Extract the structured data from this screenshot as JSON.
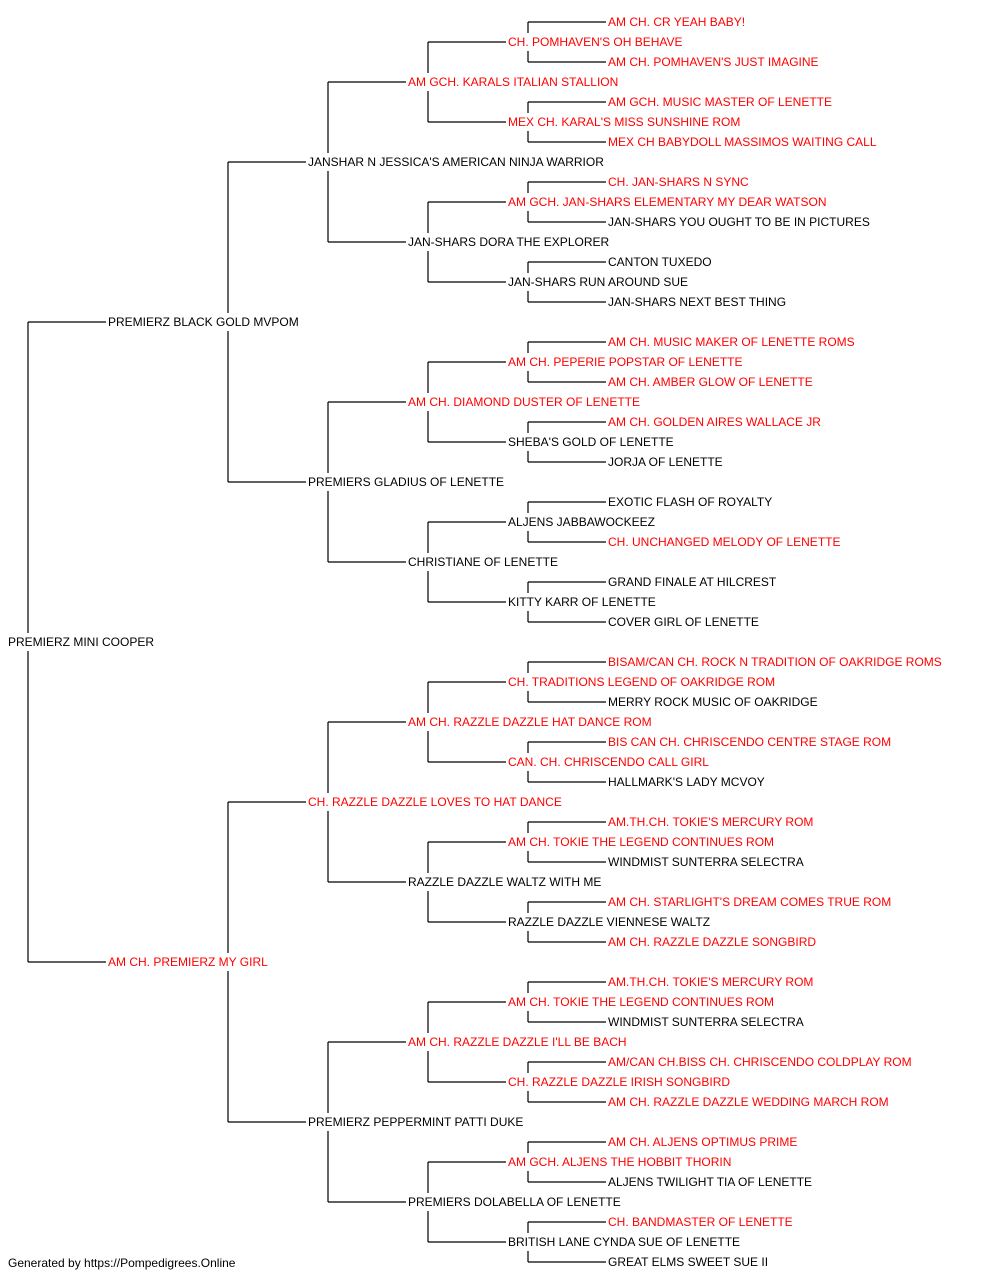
{
  "colors": {
    "champion": "#ff0000",
    "normal": "#000000",
    "line": "#000000"
  },
  "pedigree": {
    "name": "PREMIERZ MINI COOPER",
    "ch": false,
    "sire": {
      "name": "PREMIERZ BLACK GOLD MVPOM",
      "ch": false,
      "sire": {
        "name": "JANSHAR N JESSICA'S AMERICAN NINJA WARRIOR",
        "ch": false,
        "sire": {
          "name": "AM GCH. KARALS ITALIAN STALLION",
          "ch": true,
          "sire": {
            "name": "CH. POMHAVEN'S OH BEHAVE",
            "ch": true,
            "sire": {
              "name": "AM CH. CR YEAH BABY!",
              "ch": true
            },
            "dam": {
              "name": "AM CH. POMHAVEN'S JUST IMAGINE",
              "ch": true
            }
          },
          "dam": {
            "name": "MEX CH. KARAL'S MISS SUNSHINE ROM",
            "ch": true,
            "sire": {
              "name": "AM GCH. MUSIC MASTER OF LENETTE",
              "ch": true
            },
            "dam": {
              "name": "MEX CH BABYDOLL MASSIMOS WAITING CALL",
              "ch": true
            }
          }
        },
        "dam": {
          "name": "JAN-SHARS DORA THE EXPLORER",
          "ch": false,
          "sire": {
            "name": "AM GCH. JAN-SHARS ELEMENTARY MY DEAR WATSON",
            "ch": true,
            "sire": {
              "name": "CH. JAN-SHARS N SYNC",
              "ch": true
            },
            "dam": {
              "name": "JAN-SHARS YOU OUGHT TO BE IN PICTURES",
              "ch": false
            }
          },
          "dam": {
            "name": "JAN-SHARS RUN AROUND SUE",
            "ch": false,
            "sire": {
              "name": "CANTON TUXEDO",
              "ch": false
            },
            "dam": {
              "name": "JAN-SHARS NEXT BEST THING",
              "ch": false
            }
          }
        }
      },
      "dam": {
        "name": "PREMIERS GLADIUS OF LENETTE",
        "ch": false,
        "sire": {
          "name": "AM CH. DIAMOND DUSTER OF LENETTE",
          "ch": true,
          "sire": {
            "name": "AM CH. PEPERIE POPSTAR OF LENETTE",
            "ch": true,
            "sire": {
              "name": "AM CH. MUSIC MAKER OF LENETTE ROMS",
              "ch": true
            },
            "dam": {
              "name": "AM CH. AMBER GLOW OF LENETTE",
              "ch": true
            }
          },
          "dam": {
            "name": "SHEBA'S GOLD OF LENETTE",
            "ch": false,
            "sire": {
              "name": "AM CH. GOLDEN AIRES WALLACE JR",
              "ch": true
            },
            "dam": {
              "name": "JORJA OF LENETTE",
              "ch": false
            }
          }
        },
        "dam": {
          "name": "CHRISTIANE OF LENETTE",
          "ch": false,
          "sire": {
            "name": "ALJENS JABBAWOCKEEZ",
            "ch": false,
            "sire": {
              "name": "EXOTIC FLASH OF ROYALTY",
              "ch": false
            },
            "dam": {
              "name": "CH. UNCHANGED MELODY OF LENETTE",
              "ch": true
            }
          },
          "dam": {
            "name": "KITTY KARR OF LENETTE",
            "ch": false,
            "sire": {
              "name": "GRAND FINALE AT HILCREST",
              "ch": false
            },
            "dam": {
              "name": "COVER GIRL OF LENETTE",
              "ch": false
            }
          }
        }
      }
    },
    "dam": {
      "name": "AM CH. PREMIERZ MY GIRL",
      "ch": true,
      "sire": {
        "name": "CH. RAZZLE DAZZLE LOVES TO HAT DANCE",
        "ch": true,
        "sire": {
          "name": "AM CH. RAZZLE DAZZLE HAT DANCE ROM",
          "ch": true,
          "sire": {
            "name": "CH. TRADITIONS LEGEND OF OAKRIDGE ROM",
            "ch": true,
            "sire": {
              "name": "BISAM/CAN CH. ROCK N TRADITION OF OAKRIDGE ROMS",
              "ch": true
            },
            "dam": {
              "name": "MERRY ROCK MUSIC OF OAKRIDGE",
              "ch": false
            }
          },
          "dam": {
            "name": "CAN. CH. CHRISCENDO CALL GIRL",
            "ch": true,
            "sire": {
              "name": "BIS CAN CH. CHRISCENDO CENTRE STAGE ROM",
              "ch": true
            },
            "dam": {
              "name": "HALLMARK'S LADY MCVOY",
              "ch": false
            }
          }
        },
        "dam": {
          "name": "RAZZLE DAZZLE WALTZ WITH ME",
          "ch": false,
          "sire": {
            "name": "AM CH. TOKIE THE LEGEND CONTINUES ROM",
            "ch": true,
            "sire": {
              "name": "AM.TH.CH. TOKIE'S MERCURY ROM",
              "ch": true
            },
            "dam": {
              "name": "WINDMIST SUNTERRA SELECTRA",
              "ch": false
            }
          },
          "dam": {
            "name": "RAZZLE DAZZLE VIENNESE WALTZ",
            "ch": false,
            "sire": {
              "name": "AM CH. STARLIGHT'S DREAM COMES TRUE ROM",
              "ch": true
            },
            "dam": {
              "name": "AM CH. RAZZLE DAZZLE SONGBIRD",
              "ch": true
            }
          }
        }
      },
      "dam": {
        "name": "PREMIERZ PEPPERMINT PATTI DUKE",
        "ch": false,
        "sire": {
          "name": "AM CH. RAZZLE DAZZLE I'LL BE BACH",
          "ch": true,
          "sire": {
            "name": "AM CH. TOKIE THE LEGEND CONTINUES ROM",
            "ch": true,
            "sire": {
              "name": "AM.TH.CH. TOKIE'S MERCURY ROM",
              "ch": true
            },
            "dam": {
              "name": "WINDMIST SUNTERRA SELECTRA",
              "ch": false
            }
          },
          "dam": {
            "name": "CH. RAZZLE DAZZLE IRISH SONGBIRD",
            "ch": true,
            "sire": {
              "name": "AM/CAN CH.BISS CH. CHRISCENDO COLDPLAY ROM",
              "ch": true
            },
            "dam": {
              "name": "AM CH. RAZZLE DAZZLE WEDDING MARCH ROM",
              "ch": true
            }
          }
        },
        "dam": {
          "name": "PREMIERS DOLABELLA OF LENETTE",
          "ch": false,
          "sire": {
            "name": "AM GCH. ALJENS THE HOBBIT THORIN",
            "ch": true,
            "sire": {
              "name": "AM CH. ALJENS OPTIMUS PRIME",
              "ch": true
            },
            "dam": {
              "name": "ALJENS TWILIGHT TIA OF LENETTE",
              "ch": false
            }
          },
          "dam": {
            "name": "BRITISH LANE CYNDA SUE OF LENETTE",
            "ch": false,
            "sire": {
              "name": "CH. BANDMASTER OF LENETTE",
              "ch": true
            },
            "dam": {
              "name": "GREAT ELMS SWEET SUE II",
              "ch": false
            }
          }
        }
      }
    }
  },
  "footer": "Generated by https://Pompedigrees.Online"
}
